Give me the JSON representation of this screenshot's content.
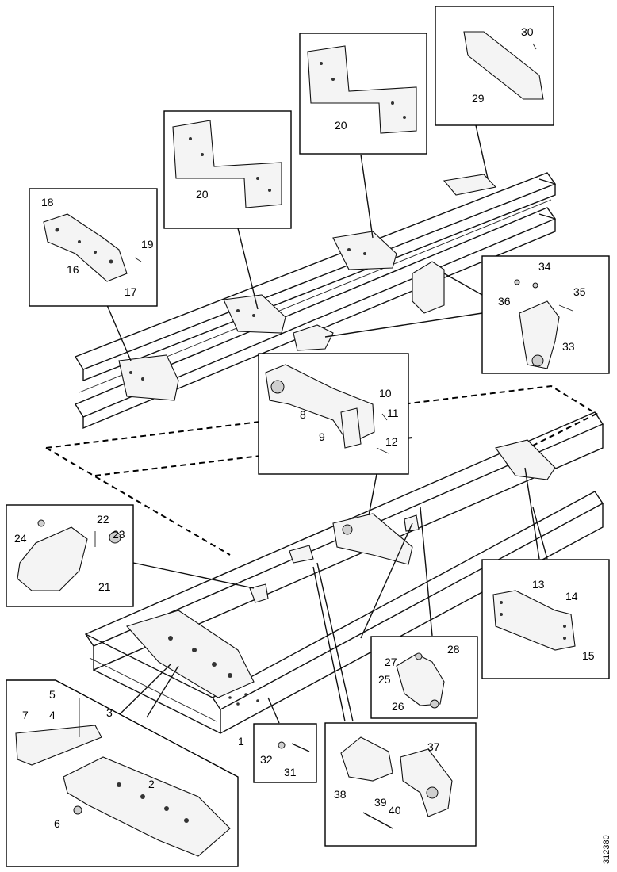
{
  "figure_number": "312380",
  "callouts": [
    {
      "id": "1",
      "label": "1"
    },
    {
      "id": "2",
      "label": "2"
    },
    {
      "id": "3",
      "label": "3"
    },
    {
      "id": "4",
      "label": "4"
    },
    {
      "id": "5",
      "label": "5"
    },
    {
      "id": "6",
      "label": "6"
    },
    {
      "id": "7",
      "label": "7"
    },
    {
      "id": "8",
      "label": "8"
    },
    {
      "id": "9",
      "label": "9"
    },
    {
      "id": "10",
      "label": "10"
    },
    {
      "id": "11",
      "label": "11"
    },
    {
      "id": "12",
      "label": "12"
    },
    {
      "id": "13",
      "label": "13"
    },
    {
      "id": "14",
      "label": "14"
    },
    {
      "id": "15",
      "label": "15"
    },
    {
      "id": "16",
      "label": "16"
    },
    {
      "id": "17",
      "label": "17"
    },
    {
      "id": "18",
      "label": "18"
    },
    {
      "id": "19",
      "label": "19"
    },
    {
      "id": "20a",
      "label": "20"
    },
    {
      "id": "20b",
      "label": "20"
    },
    {
      "id": "21",
      "label": "21"
    },
    {
      "id": "22",
      "label": "22"
    },
    {
      "id": "23",
      "label": "23"
    },
    {
      "id": "24",
      "label": "24"
    },
    {
      "id": "25",
      "label": "25"
    },
    {
      "id": "26",
      "label": "26"
    },
    {
      "id": "27",
      "label": "27"
    },
    {
      "id": "28",
      "label": "28"
    },
    {
      "id": "29",
      "label": "29"
    },
    {
      "id": "30",
      "label": "30"
    },
    {
      "id": "31",
      "label": "31"
    },
    {
      "id": "32",
      "label": "32"
    },
    {
      "id": "33",
      "label": "33"
    },
    {
      "id": "34",
      "label": "34"
    },
    {
      "id": "35",
      "label": "35"
    },
    {
      "id": "36",
      "label": "36"
    },
    {
      "id": "37",
      "label": "37"
    },
    {
      "id": "38",
      "label": "38"
    },
    {
      "id": "39",
      "label": "39"
    },
    {
      "id": "40",
      "label": "40"
    }
  ]
}
